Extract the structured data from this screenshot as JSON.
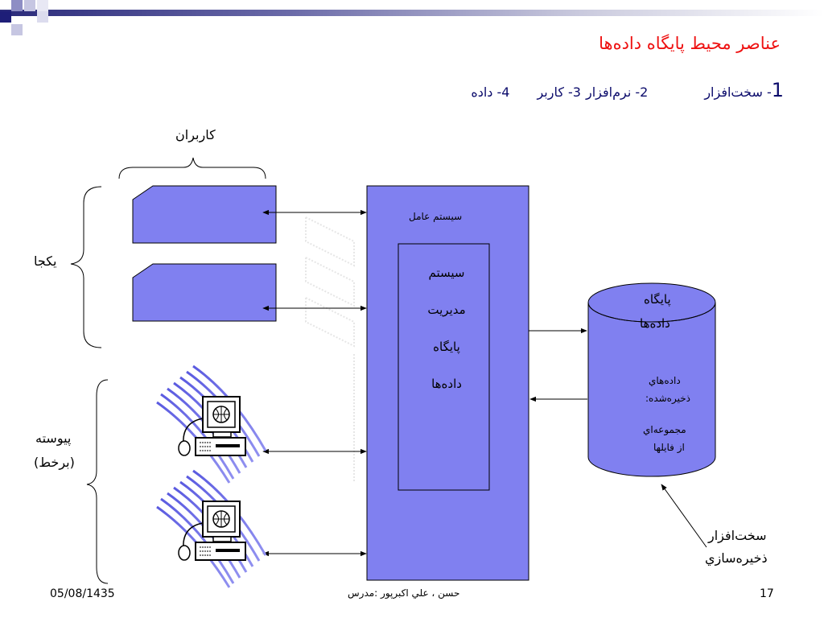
{
  "slide": {
    "title": "عناصر محيط پايگاه داده‌ها",
    "components": {
      "num1": "1",
      "item1": "- سخت‌افزار",
      "item2": "2- نرم‌افزار",
      "item3": "3- کاربر",
      "item4": "4- داده"
    }
  },
  "diagram": {
    "users_label": "کاربران",
    "local_label": "یکجا",
    "online_label_1": "پیوسته",
    "online_label_2": "(برخط)",
    "os_label": "سیستم عامل",
    "dbms_lines": [
      "سیستم",
      "مدیریت",
      "پایگاه",
      "داده‌ها"
    ],
    "db_lines": [
      "پایگاه",
      "داده‌ها"
    ],
    "stored_lines": [
      "داده‌هاي",
      "ذخيره‌شده:",
      "مجموعه‌اي",
      "از فایلها"
    ],
    "storage_lines": [
      "سخت‌افزار",
      "ذخيره‌سازي"
    ],
    "icons": [
      "terminal-card-icon",
      "computer-terminal-icon",
      "globe-icon"
    ]
  },
  "footer": {
    "date": "05/08/1435",
    "author": "حسن ، علي اکبرپور :مدرس",
    "page": "17"
  },
  "colors": {
    "box_fill": "#8080f0",
    "title": "#ee1111",
    "text_dark_blue": "#0b0b6b"
  }
}
